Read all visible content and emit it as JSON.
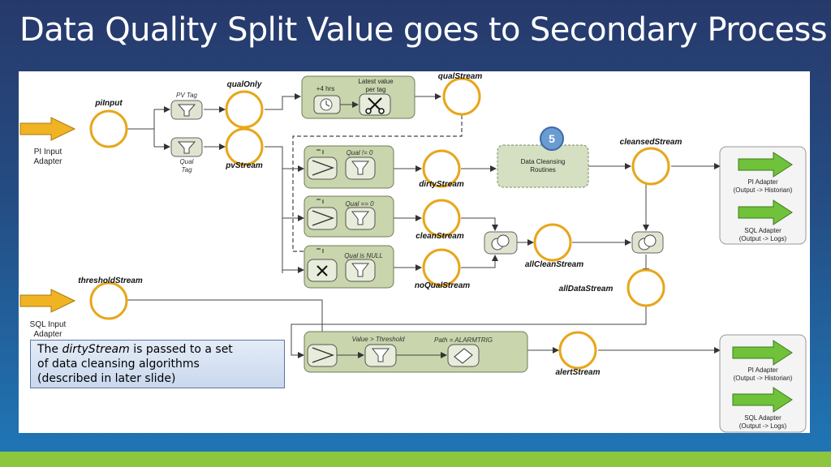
{
  "title": "Data Quality Split Value goes to Secondary Process",
  "streams": {
    "pi_input": "piInput",
    "qual_only": "qualOnly",
    "pv_stream": "pvStream",
    "qual_stream": "qualStream",
    "cleansed_stream": "cleansedStream",
    "dirty_stream": "dirtyStream",
    "clean_stream": "cleanStream",
    "all_clean_stream": "allCleanStream",
    "no_qual_stream": "noQualStream",
    "all_data_stream": "allDataStream",
    "threshold_stream": "thresholdStream",
    "alert_stream": "alertStream"
  },
  "input_adapters": {
    "pi": [
      "PI Input",
      "Adapter"
    ],
    "sql": [
      "SQL Input",
      "Adapter"
    ]
  },
  "filter_labels": {
    "pv_tag": "PV Tag",
    "qual_tag": [
      "Qual",
      "Tag"
    ]
  },
  "operators": {
    "latest_value": {
      "time_label": "+4 hrs",
      "caption": [
        "Latest value",
        "per tag"
      ]
    },
    "qual_ne": "Qual != 0",
    "qual_eq": "Qual == 0",
    "qual_null": "Qual is NULL",
    "threshold": "Value > Threshold",
    "path": "Path = ALARMTRIG"
  },
  "cleansing": {
    "badge": "5",
    "label": [
      "Data Cleansing",
      "Routines"
    ]
  },
  "output_adapters": {
    "pi": [
      "PI Adapter",
      "(Output -> Historian)"
    ],
    "sql": [
      "SQL Adapter",
      "(Output -> Logs)"
    ]
  },
  "callout": {
    "prefix": "The ",
    "emphasis": "dirtyStream",
    "suffix": " is passed to a set",
    "line2": "of data cleansing algorithms",
    "line3": "(described in later slide)"
  },
  "colors": {
    "stream_border": "#e7a61a",
    "operator_fill": "#c9d5ac",
    "output_arrow": "#6fc23a",
    "input_arrow": "#f0b323",
    "badge": "#6a9bd1",
    "bottom_bar": "#8cc63f"
  }
}
